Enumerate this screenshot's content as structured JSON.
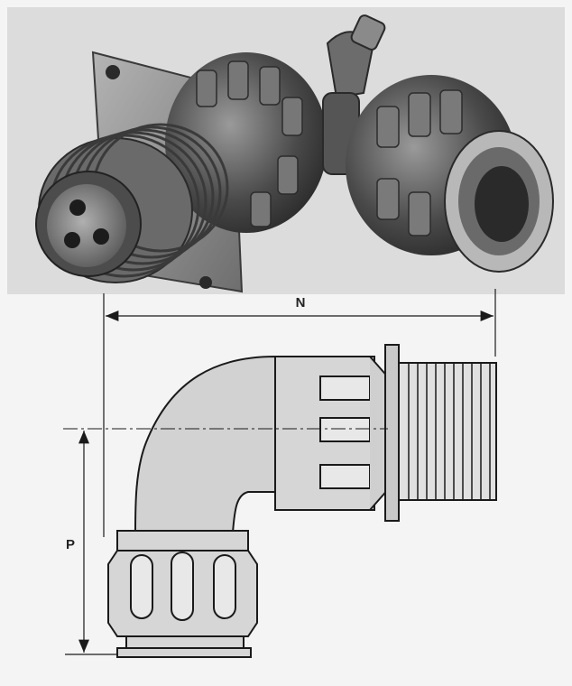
{
  "figure": {
    "photo_alt": "connector-photo",
    "dimensions": {
      "n_label": "N",
      "p_label": "P"
    },
    "colors": {
      "paper": "#f4f4f4",
      "metal_dark": "#4a4a4a",
      "metal_mid": "#8a8a8a",
      "metal_light": "#c8c8c8",
      "line": "#1a1a1a",
      "fill": "#d2d2d2"
    }
  }
}
